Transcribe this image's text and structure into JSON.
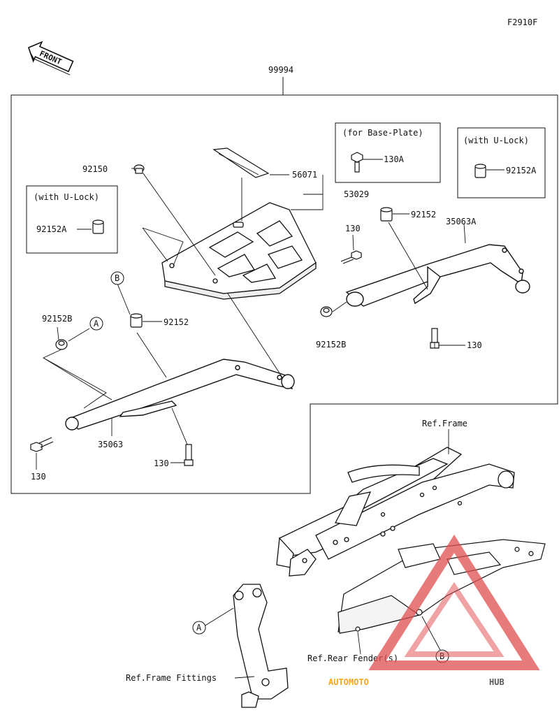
{
  "diagram_code": "F2910F",
  "front_label": "FRONT",
  "assembly_number": "99994",
  "boxes": {
    "base_plate": "(for Base-Plate)",
    "ulock_right": "(with U-Lock)",
    "ulock_left": "(with U-Lock)"
  },
  "parts": {
    "p92150": "92150",
    "p56071": "56071",
    "p53029": "53029",
    "p130A": "130A",
    "p92152A_right": "92152A",
    "p92152A_left": "92152A",
    "p92152_top": "92152",
    "p130_top": "130",
    "p35063A": "35063A",
    "p92152B_right": "92152B",
    "p130_right": "130",
    "p92152_mid": "92152",
    "p92152B_left": "92152B",
    "p35063": "35063",
    "p130_mid": "130",
    "p130_left": "130"
  },
  "refs": {
    "frame": "Ref.Frame",
    "rear_fender": "Ref.Rear Fender(s)",
    "frame_fittings": "Ref.Frame Fittings"
  },
  "callouts": {
    "a": "A",
    "b": "B"
  },
  "watermark": {
    "part1": "AUTOMOTO",
    "part2": "HUB"
  },
  "colors": {
    "line": "#111111",
    "watermark_orange": "#f5a623",
    "watermark_red": "#e05050",
    "watermark_grey": "#5a5a5a"
  }
}
